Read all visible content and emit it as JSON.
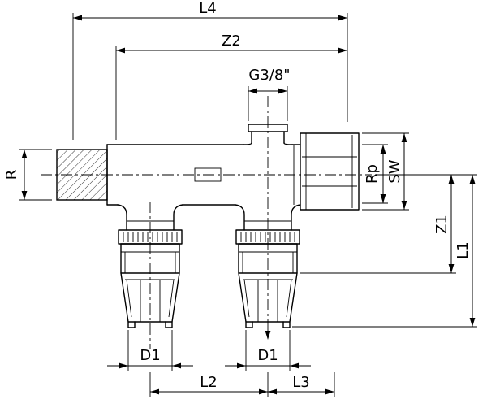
{
  "page": {
    "background": "#ffffff",
    "line_color": "#000000"
  },
  "dimension_labels": {
    "l4": "L4",
    "z2": "Z2",
    "g": "G3/8\"",
    "r": "R",
    "rp": "Rp",
    "sw": "SW",
    "z1": "Z1",
    "l1": "L1",
    "d1_left": "D1",
    "d1_right": "D1",
    "l2": "L2",
    "l3": "L3"
  }
}
